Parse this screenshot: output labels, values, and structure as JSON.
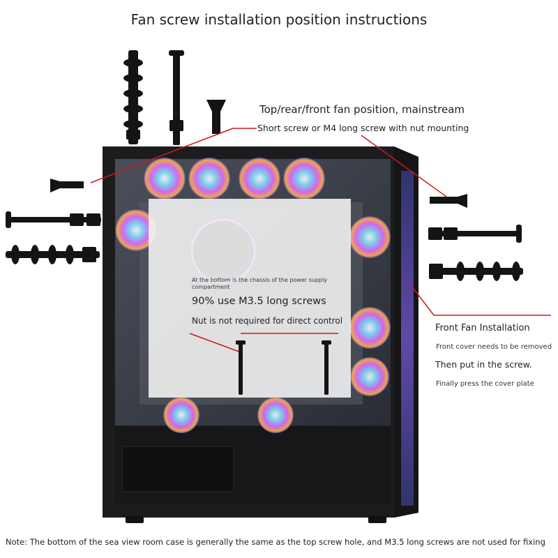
{
  "title": "Fan screw installation position instructions",
  "top_section": {
    "heading": "Top/rear/front fan position, mainstream",
    "subheading": "Short screw or M4 long screw with nut mounting"
  },
  "bottom_section": {
    "caption": "At the bottom is the chassis of the power supply compartment",
    "heading": "90% use M3.5 long screws",
    "subheading": "Nut is not required for direct control"
  },
  "front_section": {
    "heading": "Front Fan Installation",
    "step1": "Front cover needs to be removed",
    "step2": "Then put in the screw.",
    "step3": "Finally press the cover plate"
  },
  "note": "Note: The bottom of the sea view room case is generally the same as the top screw hole, and M3.5 long screws are not used for fixing",
  "colors": {
    "callout_line": "#d01818",
    "case_body": "#1c1c1f",
    "glass_interior": "#3a3f4a",
    "rgb_accent": "#d96bff"
  }
}
